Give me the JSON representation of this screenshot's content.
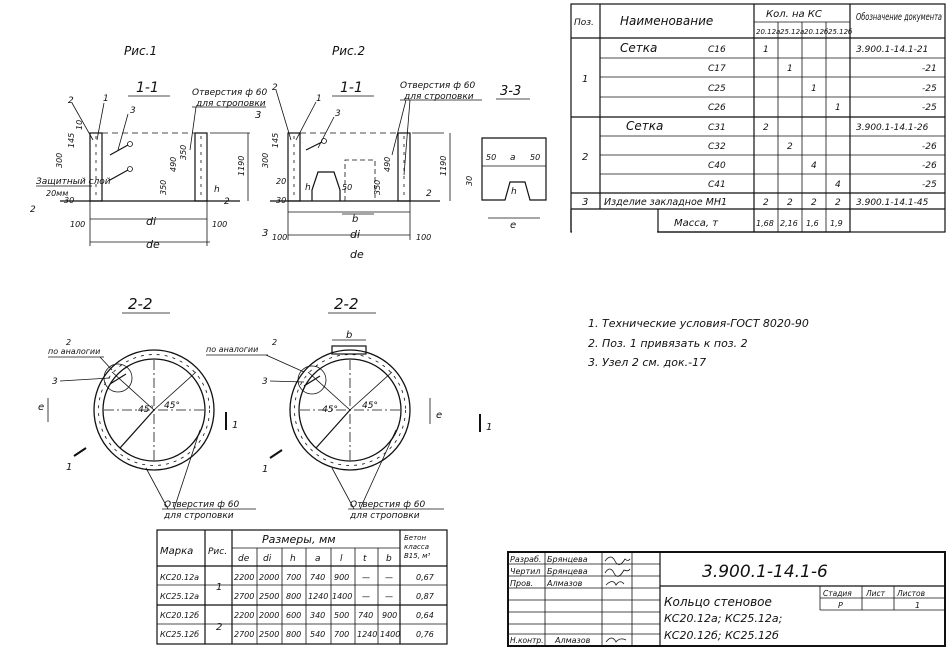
{
  "figures": {
    "fig1_title": "Рис.1",
    "fig2_title": "Рис.2",
    "section_11": "1-1",
    "section_22": "2-2",
    "section_33": "3-3",
    "marker_1": "1",
    "marker_2": "2",
    "marker_3": "3",
    "protective_layer": "Защитный слой",
    "protective_mm": "20мм",
    "hole_label_top": "Отверстия ф 60",
    "hole_label_sub": "для строповки",
    "hole_label_bottom": "Отверстия ф 60",
    "hole_label_bottom_sub": "для строповки",
    "by_analogy": "по аналогии",
    "angle_45": "45°",
    "dim_di": "di",
    "dim_de": "de",
    "dim_100": "100",
    "dim_300": "300",
    "dim_145": "145",
    "dim_10": "10",
    "dim_30": "30",
    "dim_350": "350",
    "dim_490": "490",
    "dim_1190": "1190",
    "dim_h": "h",
    "dim_b": "b",
    "dim_e": "e",
    "dim_a": "a",
    "dim_50": "50",
    "dim_20": "20"
  },
  "spec_table": {
    "headers": {
      "pos": "Поз.",
      "name": "Наименование",
      "qty": "Кол. на КС",
      "doc": "Обозначение документа",
      "sub": [
        "20.12а",
        "25.12а",
        "20.12б",
        "25.12б"
      ]
    },
    "rows": [
      {
        "pos": "1",
        "name": "Сетка",
        "code": "С16",
        "q": [
          "1",
          "",
          "",
          ""
        ],
        "doc": "3.900.1-14.1-21"
      },
      {
        "pos": "",
        "name": "",
        "code": "С17",
        "q": [
          "",
          "1",
          "",
          ""
        ],
        "doc": "-21"
      },
      {
        "pos": "",
        "name": "",
        "code": "С25",
        "q": [
          "",
          "",
          "1",
          ""
        ],
        "doc": "-25"
      },
      {
        "pos": "",
        "name": "",
        "code": "С26",
        "q": [
          "",
          "",
          "",
          "1"
        ],
        "doc": "-25"
      },
      {
        "pos": "2",
        "name": "Сетка",
        "code": "С31",
        "q": [
          "2",
          "",
          "",
          ""
        ],
        "doc": "3.900.1-14.1-26"
      },
      {
        "pos": "",
        "name": "",
        "code": "С32",
        "q": [
          "",
          "2",
          "",
          ""
        ],
        "doc": "-26"
      },
      {
        "pos": "",
        "name": "",
        "code": "С40",
        "q": [
          "",
          "",
          "4",
          ""
        ],
        "doc": "-26"
      },
      {
        "pos": "",
        "name": "",
        "code": "С41",
        "q": [
          "",
          "",
          "",
          "4"
        ],
        "doc": "-25"
      },
      {
        "pos": "3",
        "name": "Изделие закладное МН1",
        "code": "",
        "q": [
          "2",
          "2",
          "2",
          "2"
        ],
        "doc": "3.900.1-14.1-45"
      }
    ],
    "mass_label": "Масса, т",
    "mass": [
      "1,68",
      "2,16",
      "1,6",
      "1,9"
    ]
  },
  "notes": [
    "1. Технические условия-ГОСТ 8020-90",
    "2. Поз. 1 привязать к поз. 2",
    "3. Узел 2 см. док.-17"
  ],
  "dims_table": {
    "h_mark": "Марка",
    "h_fig": "Рис.",
    "h_sizes": "Размеры, мм",
    "h_concrete": [
      "Бетон",
      "класса",
      "В15, м³"
    ],
    "cols": [
      "de",
      "di",
      "h",
      "a",
      "l",
      "t",
      "b"
    ],
    "rows": [
      {
        "mark": "КС20.12а",
        "vals": [
          "2200",
          "2000",
          "700",
          "740",
          "900",
          "—",
          "—"
        ],
        "v": "0,67"
      },
      {
        "mark": "КС25.12а",
        "vals": [
          "2700",
          "2500",
          "800",
          "1240",
          "1400",
          "—",
          "—"
        ],
        "v": "0,87"
      },
      {
        "mark": "КС20.12б",
        "vals": [
          "2200",
          "2000",
          "600",
          "340",
          "500",
          "740",
          "900"
        ],
        "v": "0,64"
      },
      {
        "mark": "КС25.12б",
        "vals": [
          "2700",
          "2500",
          "800",
          "540",
          "700",
          "1240",
          "1400"
        ],
        "v": "0,76"
      }
    ],
    "fig_groups": [
      "1",
      "2"
    ]
  },
  "title_block": {
    "doc_code": "3.900.1-14.1-6",
    "title_lines": [
      "Кольцо стеновое",
      "КС20.12а; КС25.12а;",
      "КС20.12б; КС25.12б"
    ],
    "roles": [
      "Разраб.",
      "Чертил",
      "Пров.",
      "Н.контр."
    ],
    "names": [
      "Брянцева",
      "Брянцева",
      "Алмазов",
      "Алмазов"
    ],
    "stage_h": "Стадия",
    "sheet_h": "Лист",
    "sheets_h": "Листов",
    "stage": "Р",
    "sheets": "1"
  }
}
